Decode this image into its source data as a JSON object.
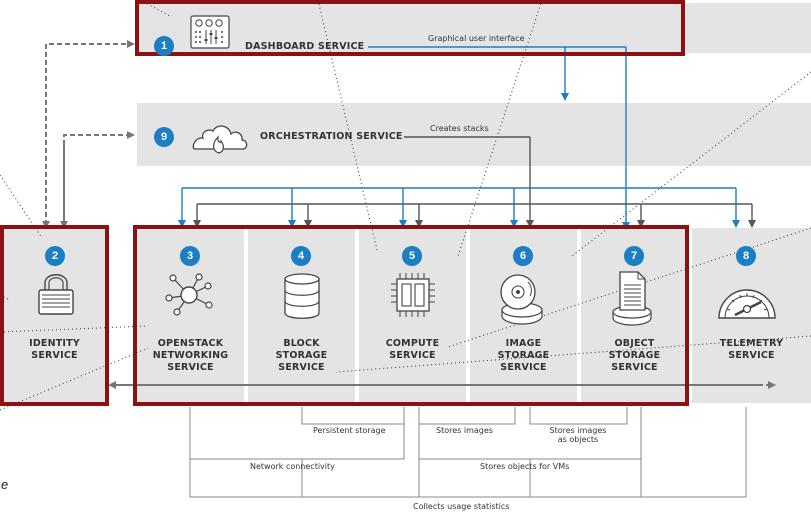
{
  "dashboard": {
    "number": "1",
    "title": "DASHBOARD SERVICE",
    "link_label": "Graphical user interface"
  },
  "orchestration": {
    "number": "9",
    "title": "ORCHESTRATION SERVICE",
    "link_label": "Creates stacks"
  },
  "services": [
    {
      "number": "2",
      "lines": [
        "IDENTITY",
        "SERVICE"
      ],
      "icon": "padlock-icon"
    },
    {
      "number": "3",
      "lines": [
        "OPENSTACK",
        "NETWORKING",
        "SERVICE"
      ],
      "icon": "network-hub-icon"
    },
    {
      "number": "4",
      "lines": [
        "BLOCK",
        "STORAGE",
        "SERVICE"
      ],
      "icon": "database-icon"
    },
    {
      "number": "5",
      "lines": [
        "COMPUTE",
        "SERVICE"
      ],
      "icon": "cpu-chip-icon"
    },
    {
      "number": "6",
      "lines": [
        "IMAGE",
        "STORAGE",
        "SERVICE"
      ],
      "icon": "disk-image-icon"
    },
    {
      "number": "7",
      "lines": [
        "OBJECT",
        "STORAGE",
        "SERVICE"
      ],
      "icon": "document-stack-icon"
    },
    {
      "number": "8",
      "lines": [
        "TELEMETRY",
        "SERVICE"
      ],
      "icon": "gauge-icon"
    }
  ],
  "bottom_labels": {
    "persistent_storage": "Persistent storage",
    "stores_images": "Stores images",
    "stores_images_objects_1": "Stores images",
    "stores_images_objects_2": "as objects",
    "network_connectivity": "Network connectivity",
    "stores_objects_vms": "Stores objects for VMs",
    "collects_usage": "Collects usage statistics"
  },
  "truncated_text": "e",
  "colors": {
    "accent_blue": "#1c7ec4",
    "highlight_red": "#8b1113",
    "panel_gray": "#e4e4e4",
    "line_gray": "#666666"
  }
}
